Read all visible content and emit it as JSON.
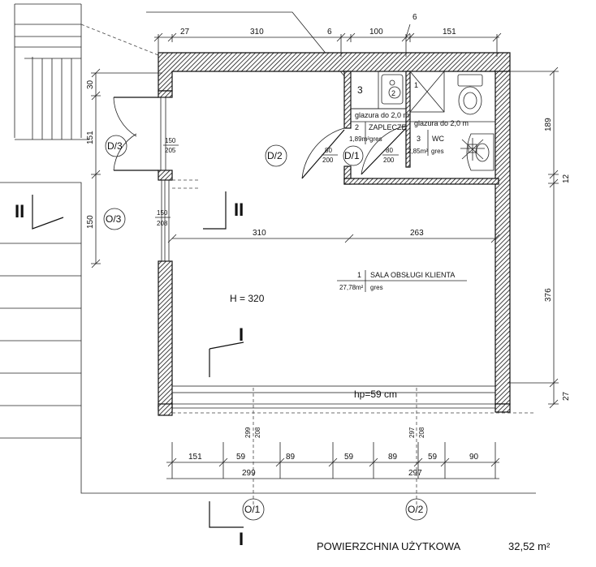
{
  "top_dims": [
    "27",
    "310",
    "6",
    "100",
    "151"
  ],
  "top_dim_extra": "6",
  "left_dims": [
    "30",
    "151",
    "150"
  ],
  "right_dims": [
    "189",
    "12",
    "376",
    "27"
  ],
  "mid_dims": [
    "310",
    "263"
  ],
  "bottom_row1": [
    "151",
    "59",
    "89",
    "59",
    "89",
    "59",
    "90"
  ],
  "bottom_row2": [
    "299",
    "297"
  ],
  "vertical_small": [
    "299",
    "208",
    "297",
    "208"
  ],
  "doors": {
    "d3": {
      "tag": "D/3",
      "w": "150",
      "h": "205"
    },
    "o3": {
      "tag": "O/3",
      "w": "150",
      "h": "208"
    },
    "d2": {
      "tag": "D/2",
      "w": "80",
      "h": "200"
    },
    "d1": {
      "tag": "D/1",
      "w": "80",
      "h": "200"
    },
    "o1": {
      "tag": "O/1"
    },
    "o2": {
      "tag": "O/2"
    }
  },
  "rooms": {
    "r3": {
      "num": "3"
    },
    "r2": {
      "num": "2",
      "name": "ZAPLECZE",
      "area": "1,89m²",
      "floor": "gres"
    },
    "r3wc": {
      "num": "3",
      "name": "WC",
      "area": "2,85m²",
      "floor": "gres"
    },
    "r1": {
      "num": "1",
      "name": "SALA OBSŁUGI KLIENTA",
      "area": "27,78m²",
      "floor": "gres"
    }
  },
  "glazura1": "glazura do 2,0 m",
  "glazura2": "glazura do 2,0 m",
  "ceiling": "H = 320",
  "sill": "hp=59 cm",
  "section_mark": "II",
  "section_mark_i": "I",
  "cabinet_num": "2",
  "shower_num": "1",
  "footer": {
    "label": "POWIERZCHNIA UŻYTKOWA",
    "value": "32,52 m²"
  }
}
